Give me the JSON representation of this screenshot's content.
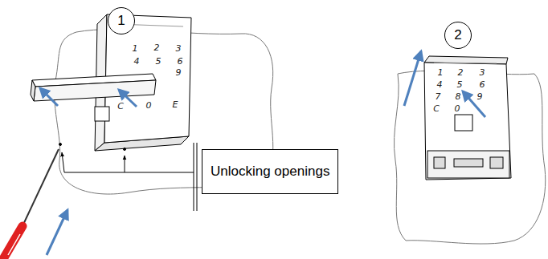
{
  "diagram": {
    "nodes": [
      {
        "text": [
          "1"
        ]
      },
      {
        "text": [
          "2"
        ]
      },
      {
        "text": [
          "Unlocking openings"
        ]
      }
    ],
    "labels": [
      "1",
      "2",
      "3",
      "4",
      "5",
      "6",
      "9",
      "C",
      "0",
      "E",
      "1",
      "2",
      "3",
      "4",
      "5",
      "6",
      "7",
      "8",
      "9",
      "C",
      "0"
    ]
  }
}
